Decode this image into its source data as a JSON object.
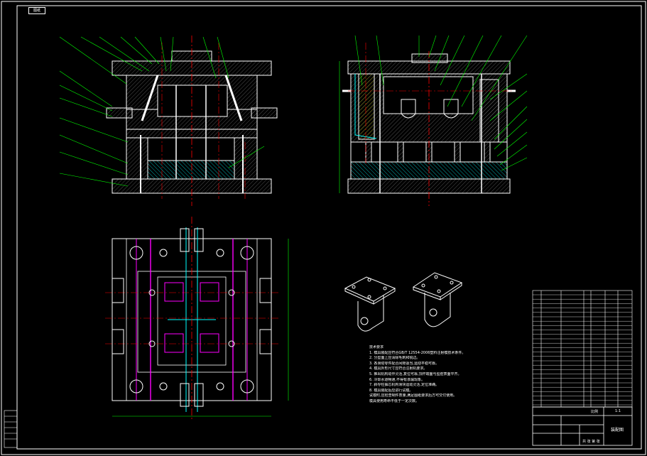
{
  "drawing": {
    "corner_tag": "图纸",
    "notes_title": "技术要求",
    "notes": [
      "1. 模具装配应符合GB/T 12554-2006塑料注射模技术条件。",
      "2. 分型面上应清除毛刺和锐边。",
      "3. 各滑动零件配合间隙适当,运动平稳可靠。",
      "4. 模具外形尺寸应符合注射机要求。",
      "5. 推出机构动作灵活,复位可靠,顶杆端面与型腔表面平齐。",
      "6. 冷却水道畅通,不得有渗漏现象。",
      "7. 斜导柱抽芯机构滑块运动灵活,定位准确。",
      "8. 模具装配后应进行试模。",
      "   试模时,应检查制件质量,满足图纸要求后方可交付使用。",
      "   模具使用寿命不低于一定次数。"
    ],
    "title_block": {
      "drawing_name": "装配图",
      "scale_label": "比例",
      "scale_value": "1:1",
      "sheet_label": "共 张 第 张"
    },
    "colors": {
      "outline": "#ffffff",
      "leader": "#00ff00",
      "center": "#ff0000",
      "ejector": "#ff00ff",
      "cooling": "#00ffff",
      "hatch": "#ffff00"
    }
  }
}
